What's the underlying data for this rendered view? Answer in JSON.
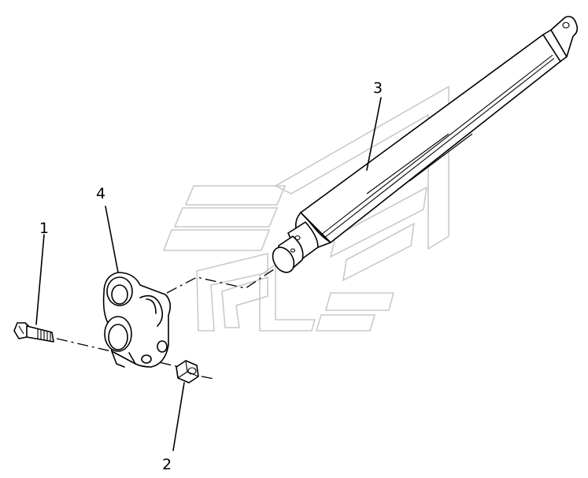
{
  "callouts": [
    {
      "id": "1"
    },
    {
      "id": "2"
    },
    {
      "id": "3"
    },
    {
      "id": "4"
    }
  ]
}
